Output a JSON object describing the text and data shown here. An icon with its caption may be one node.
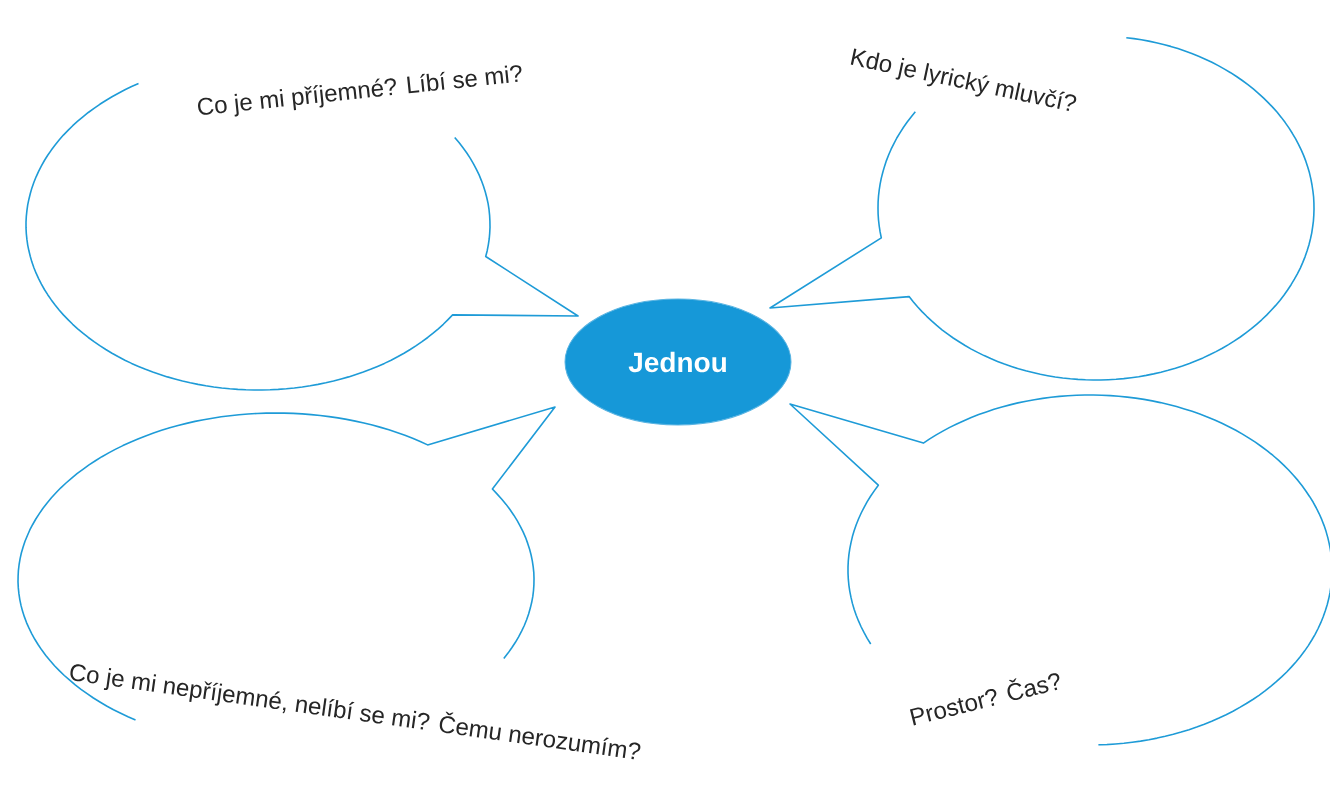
{
  "diagram": {
    "nodes": [
      {
        "text": [
          "Co je mi příjemné? Líbí se mi?"
        ]
      },
      {
        "text": [
          "Kdo je lyrický mluvčí?"
        ]
      },
      {
        "text": [
          "Jednou"
        ]
      },
      {
        "text": [
          "Co je mi nepříjemné, nelíbí se mi? Čemu nerozumím?"
        ]
      },
      {
        "text": [
          "Prostor? Čas?"
        ]
      }
    ]
  }
}
